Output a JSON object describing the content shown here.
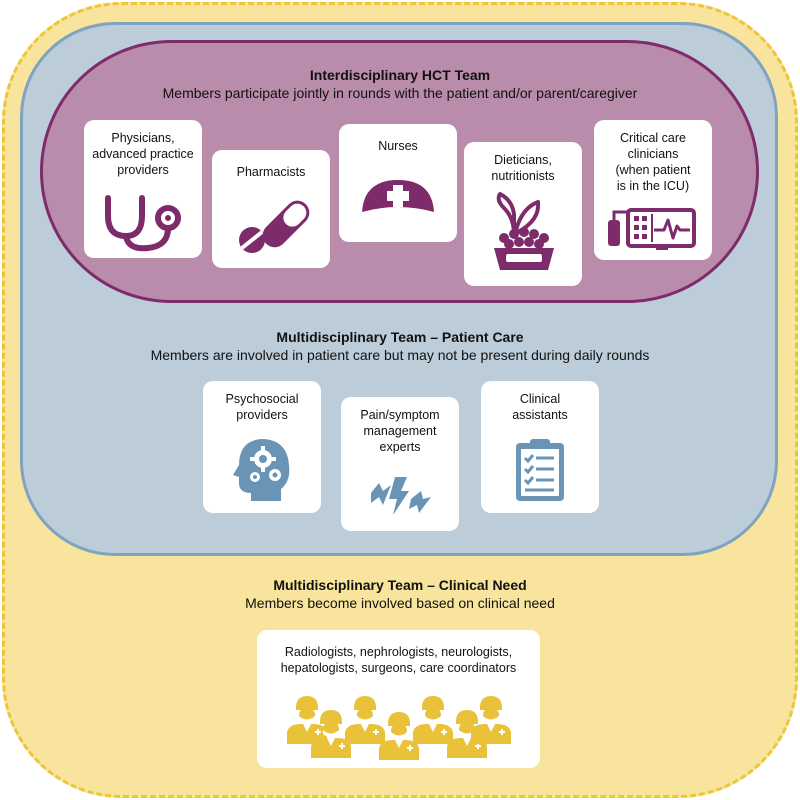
{
  "interdisciplinary": {
    "title": "Interdisciplinary HCT Team",
    "subtitle": "Members participate jointly in rounds with the patient and/or parent/caregiver",
    "cards": [
      {
        "label": "Physicians,\nadvanced practice\nproviders",
        "icon": "stethoscope-icon"
      },
      {
        "label": "Pharmacists",
        "icon": "pills-icon"
      },
      {
        "label": "Nurses",
        "icon": "nurse-cap-icon"
      },
      {
        "label": "Dieticians,\nnutritionists",
        "icon": "food-bowl-icon"
      },
      {
        "label": "Critical care\nclinicians\n(when patient\nis in the ICU)",
        "icon": "monitor-icon"
      }
    ]
  },
  "patient_care": {
    "title": "Multidisciplinary Team – Patient Care",
    "subtitle": "Members are involved in patient care but may not be present during daily rounds",
    "cards": [
      {
        "label": "Psychosocial\nproviders",
        "icon": "head-gears-icon"
      },
      {
        "label": "Pain/symptom\nmanagement\nexperts",
        "icon": "pain-bolts-icon"
      },
      {
        "label": "Clinical\nassistants",
        "icon": "clipboard-icon"
      }
    ]
  },
  "clinical_need": {
    "title": "Multidisciplinary Team – Clinical Need",
    "subtitle": "Members become involved based on clinical need",
    "card": {
      "label": "Radiologists, nephrologists, neurologists,\nhepatologists, surgeons, care coordinators",
      "icon": "doctors-group-icon"
    }
  },
  "colors": {
    "purple": "#7e2b6c",
    "blue": "#7ea4bf",
    "yellow": "#e9c23a"
  }
}
